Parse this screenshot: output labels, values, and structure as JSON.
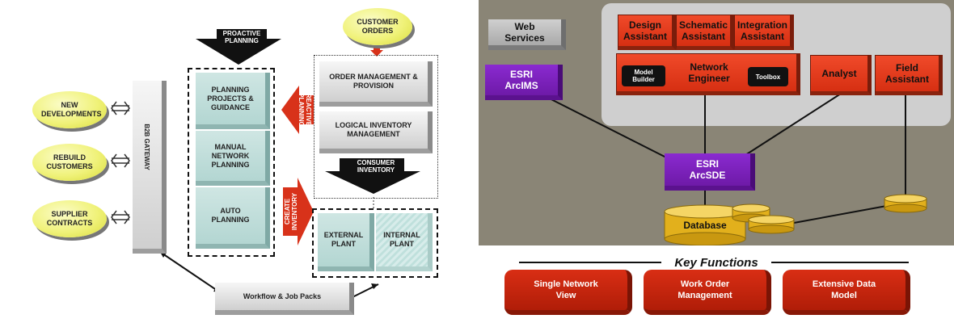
{
  "left": {
    "proactive_planning": "PROACTIVE PLANNING",
    "customer_orders": "CUSTOMER ORDERS",
    "new_developments": "NEW DEVELOPMENTS",
    "rebuild_customers": "REBUILD CUSTOMERS",
    "supplier_contracts": "SUPPLIER CONTRACTS",
    "b2b_gateway": "B2B GATEWAY",
    "planning_projects": "PLANNING PROJECTS & GUIDANCE",
    "manual_network_planning": "MANUAL NETWORK PLANNING",
    "auto_planning": "AUTO PLANNING",
    "reactive_planning": "REACTIVE PLANNING",
    "create_inventory": "CREATE INVENTORY",
    "order_management": "ORDER MANAGEMENT & PROVISION",
    "logical_inventory": "LOGICAL INVENTORY MANAGEMENT",
    "consumer_inventory": "CONSUMER INVENTORY",
    "external_plant": "EXTERNAL PLANT",
    "internal_plant": "INTERNAL PLANT",
    "workflow": "Workflow & Job Packs"
  },
  "right": {
    "web_services": "Web Services",
    "esri_arcims": "ESRI ArcIMS",
    "design_assistant": "Design Assistant",
    "schematic_assistant": "Schematic Assistant",
    "integration_assistant": "Integration Assistant",
    "network_engineer": "Network Engineer",
    "model_builder": "Model Builder",
    "toolbox": "Toolbox",
    "analyst": "Analyst",
    "field_assistant": "Field Assistant",
    "esri_arcsde": "ESRI ArcSDE",
    "database": "Database",
    "key_functions": "Key Functions",
    "functions": [
      "Single Network View",
      "Work Order Management",
      "Extensive Data Model"
    ]
  },
  "colors": {
    "ellipse_yellow": "#f0f27a",
    "teal": "#b3d6d2",
    "arrow_red": "#d8321a",
    "panel_olive": "#8a8576",
    "panel_light": "#cfcfcf",
    "module_red": "#e33a1c",
    "esri_purple": "#7a22b8",
    "db_gold": "#e9b81f"
  },
  "icons": [
    "double-arrow-icon",
    "down-arrow-icon",
    "left-arrow-icon",
    "right-arrow-icon"
  ]
}
